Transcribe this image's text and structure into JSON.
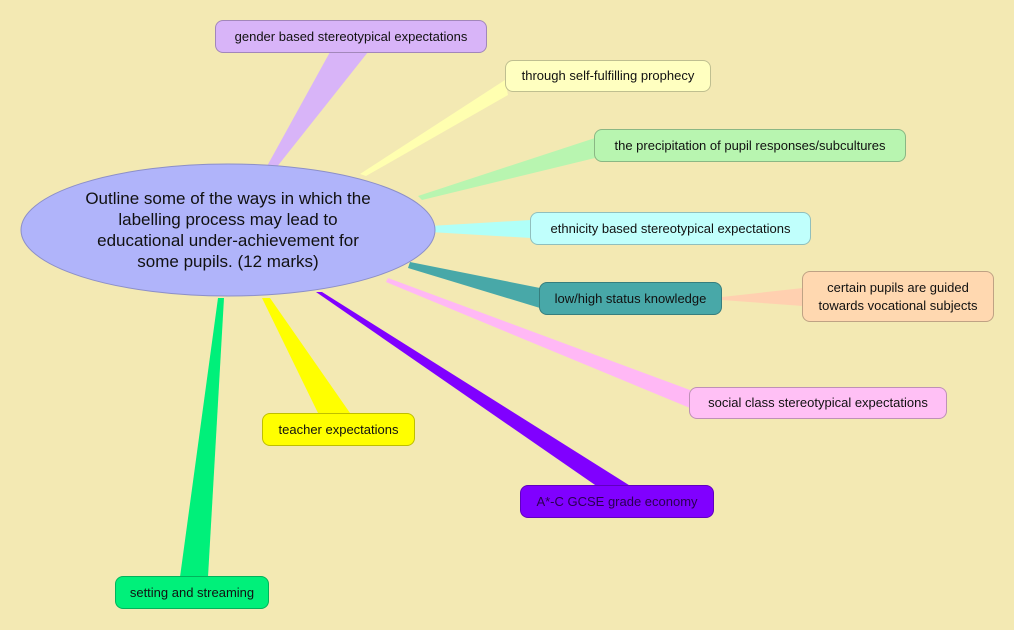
{
  "central_topic": "Outline some of the ways in which the labelling process may lead to educational under-achievement for some pupils. (12 marks)",
  "nodes": [
    {
      "label": "gender based stereotypical expectations",
      "color": "#d8b4f8"
    },
    {
      "label": "through self-fulfilling prophecy",
      "color": "#ffffc0"
    },
    {
      "label": "the precipitation of pupil responses/subcultures",
      "color": "#b8f5b0"
    },
    {
      "label": "ethnicity based stereotypical expectations",
      "color": "#c0fffc"
    },
    {
      "label": "low/high status knowledge",
      "color": "#48a8a8"
    },
    {
      "label": "certain pupils are guided towards vocational subjects",
      "color": "#ffd8b0"
    },
    {
      "label": "social class stereotypical expectations",
      "color": "#ffc0f5"
    },
    {
      "label": "teacher expectations",
      "color": "#ffff00"
    },
    {
      "label": "A*-C GCSE grade economy",
      "color": "#8000ff"
    },
    {
      "label": "setting and streaming",
      "color": "#00f07a"
    }
  ]
}
